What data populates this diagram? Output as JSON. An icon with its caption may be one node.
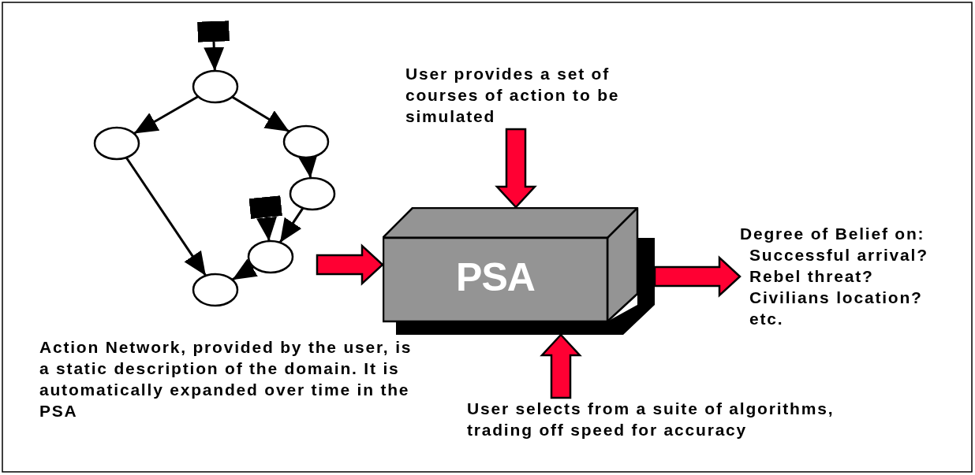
{
  "diagram": {
    "nodes": [
      {
        "text": [],
        "shape": "ellipse"
      },
      {
        "text": [],
        "shape": "ellipse"
      },
      {
        "text": [],
        "shape": "ellipse"
      },
      {
        "text": [],
        "shape": "ellipse"
      },
      {
        "text": [],
        "shape": "ellipse"
      },
      {
        "text": [],
        "shape": "ellipse"
      },
      {
        "text": [
          "PSA"
        ]
      },
      {
        "text": [
          "User provides a set of courses of action to be simulated"
        ]
      },
      {
        "text": [
          "Degree of Belief on:",
          "Successful arrival?",
          "Rebel threat?",
          "Civilians location?",
          "etc."
        ]
      },
      {
        "text": [
          "User selects from a suite of algorithms, trading off speed for accuracy"
        ]
      }
    ],
    "edges": [
      {
        "from": 0,
        "to": 1,
        "arrow": "to"
      },
      {
        "from": 0,
        "to": 2,
        "arrow": "to"
      },
      {
        "from": 2,
        "to": 3,
        "arrow": "to"
      },
      {
        "from": 3,
        "to": 4,
        "arrow": "to"
      },
      {
        "from": 4,
        "to": 5,
        "arrow": "to"
      },
      {
        "from": 1,
        "to": 5,
        "arrow": "to"
      },
      {
        "from": null,
        "to": 0,
        "arrow": "to"
      },
      {
        "from": null,
        "to": 4,
        "arrow": "to"
      },
      {
        "from": null,
        "to": 6,
        "arrow": "to",
        "style": "thick",
        "color": "#ff0033"
      },
      {
        "from": 7,
        "to": 6,
        "arrow": "to",
        "style": "thick",
        "color": "#ff0033"
      },
      {
        "from": 9,
        "to": 6,
        "arrow": "to",
        "style": "thick",
        "color": "#ff0033"
      },
      {
        "from": 6,
        "to": 8,
        "arrow": "to",
        "style": "thick",
        "color": "#ff0033"
      }
    ],
    "labels": [
      "Action Network, provided by the user, is a static description of the domain. It is automatically expanded over time in the PSA"
    ]
  }
}
